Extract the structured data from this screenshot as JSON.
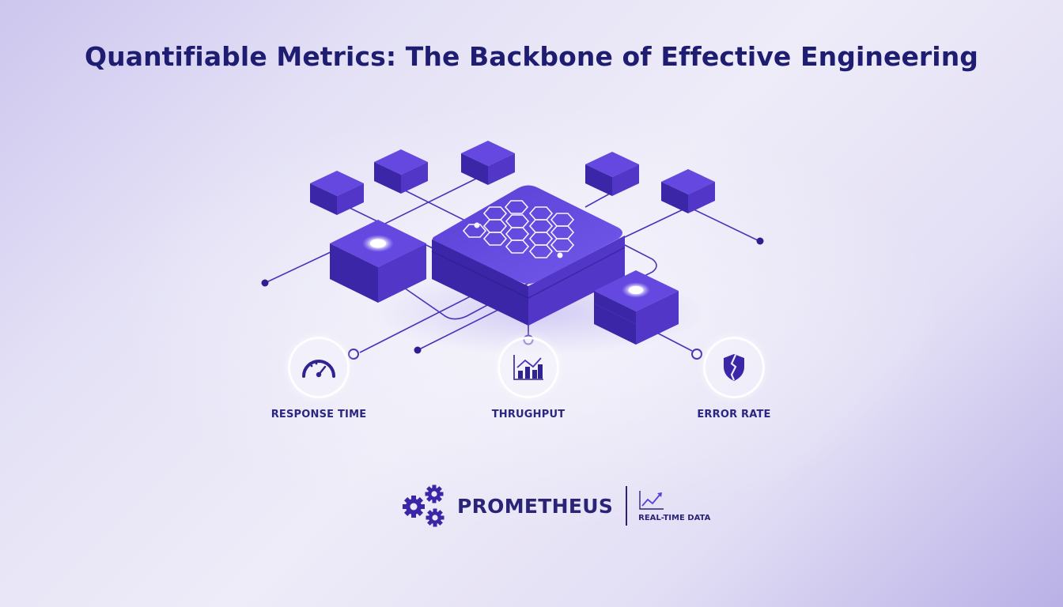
{
  "title": "Quantifiable Metrics: The Backbone of Effective Engineering",
  "illustration": {
    "central_node": "hexagon-cluster-platform",
    "small_cubes": 5,
    "glowing_cubes": 2
  },
  "metrics": [
    {
      "label": "RESPONSE TIME",
      "icon": "speedometer-icon"
    },
    {
      "label": "THRUGHPUT",
      "icon": "bar-chart-trend-icon"
    },
    {
      "label": "ERROR RATE",
      "icon": "broken-shield-icon"
    }
  ],
  "brand": {
    "name": "PROMETHEUS",
    "icon": "gears-icon",
    "tagline": "REAL-TIME DATA",
    "tagline_icon": "line-chart-icon"
  },
  "colors": {
    "title": "#1f1d72",
    "cube_top": "#6a4fe0",
    "cube_left": "#3a26a6",
    "cube_right": "#5136c8",
    "line": "#4a33b8",
    "text": "#2b2680"
  }
}
